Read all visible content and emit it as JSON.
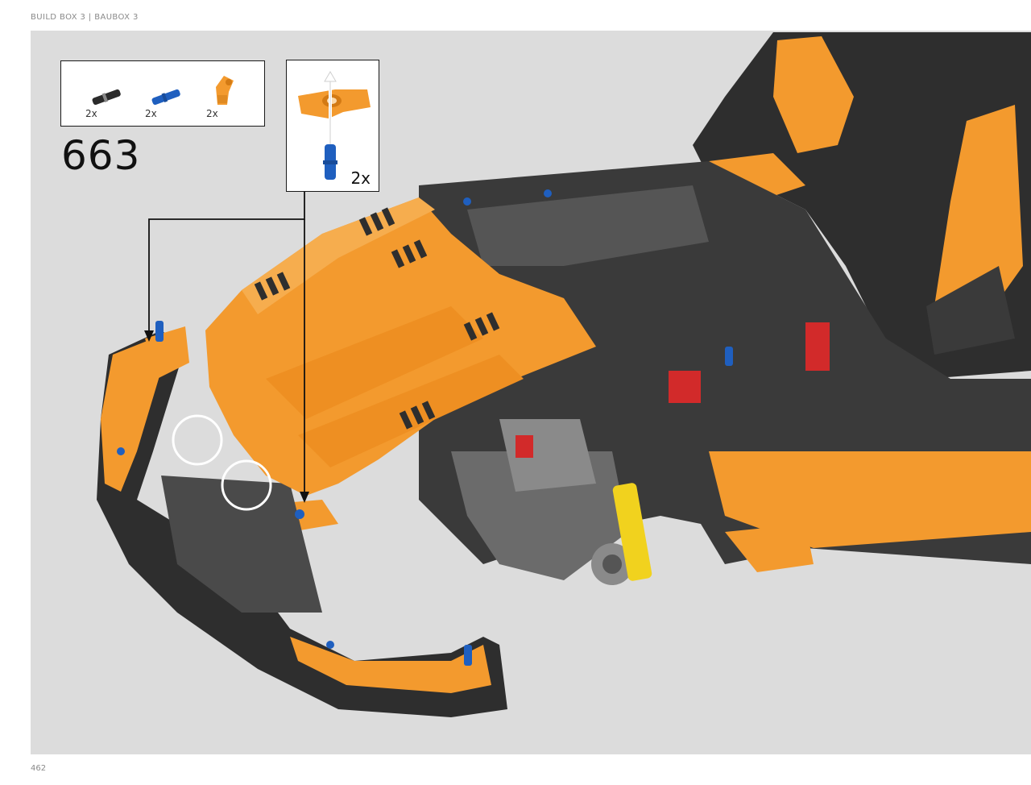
{
  "header": {
    "text": "BUILD BOX 3 | BAUBOX 3"
  },
  "page": {
    "number": "462"
  },
  "step": {
    "number": "663"
  },
  "parts_list": [
    {
      "name": "black-axle-pin",
      "qty": "2x",
      "color": "#2b2b2b"
    },
    {
      "name": "blue-axle-pin",
      "qty": "2x",
      "color": "#1f5fbf"
    },
    {
      "name": "orange-angle-connector",
      "qty": "2x",
      "color": "#f39a2e"
    }
  ],
  "callout": {
    "qty": "2x"
  },
  "colors": {
    "background": "#dcdcdc",
    "orange": "#f39a2e",
    "dark": "#2e2e2e",
    "blue": "#1f5fbf",
    "red": "#d22a2a",
    "yellow": "#f1d21e"
  }
}
